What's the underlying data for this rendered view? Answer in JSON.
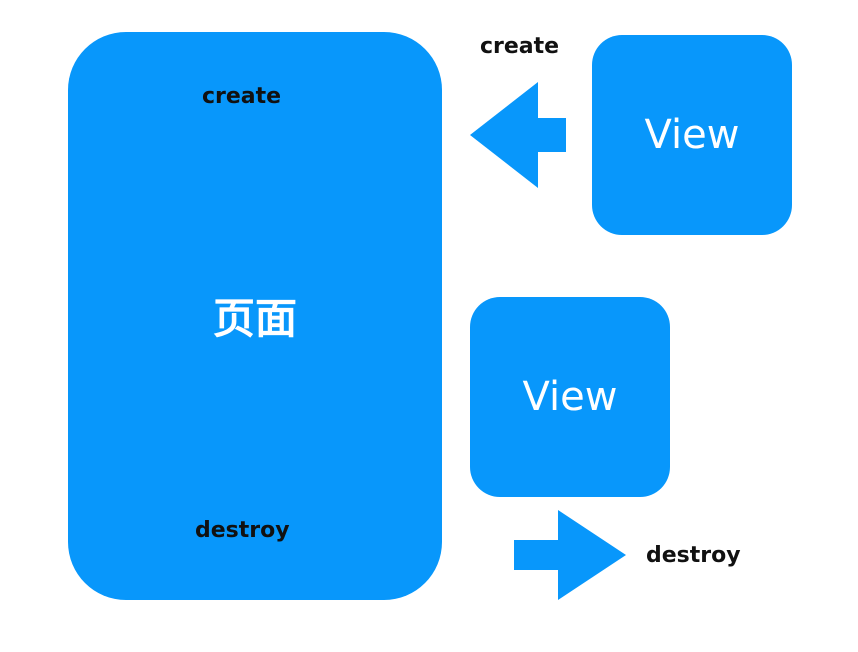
{
  "colors": {
    "box_fill": "#0897FB",
    "arrow_fill": "#0897FB",
    "label_text": "#111111",
    "box_text": "#ffffff"
  },
  "page": {
    "title": "页面",
    "create_label": "create",
    "destroy_label": "destroy"
  },
  "views": {
    "top": {
      "title": "View"
    },
    "bottom": {
      "title": "View"
    }
  },
  "arrows": {
    "create": {
      "label": "create",
      "direction": "left"
    },
    "destroy": {
      "label": "destroy",
      "direction": "right"
    }
  }
}
